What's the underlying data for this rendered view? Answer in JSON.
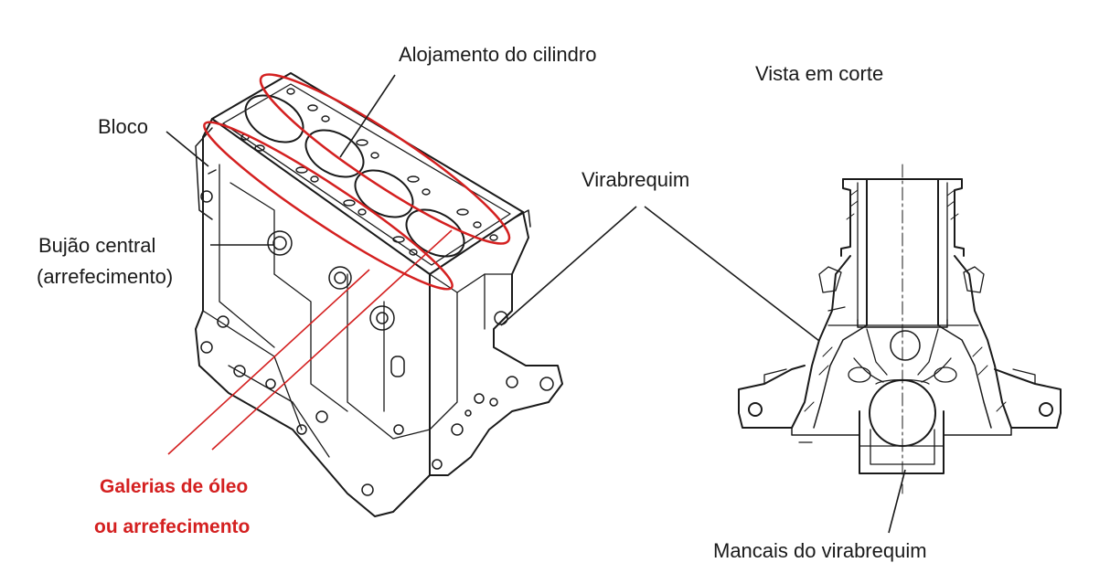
{
  "labels": {
    "bloco": "Bloco",
    "alojamento": "Alojamento do cilindro",
    "bujao_line1": "Bujão central",
    "bujao_line2": "(arrefecimento)",
    "virabrequim": "Virabrequim",
    "vista": "Vista em corte",
    "galerias_line1": "Galerias de óleo",
    "galerias_line2": "ou arrefecimento",
    "mancais": "Mancais do virabrequim"
  },
  "colors": {
    "ink": "#1a1a1a",
    "highlight": "#d42020",
    "background": "#ffffff"
  }
}
